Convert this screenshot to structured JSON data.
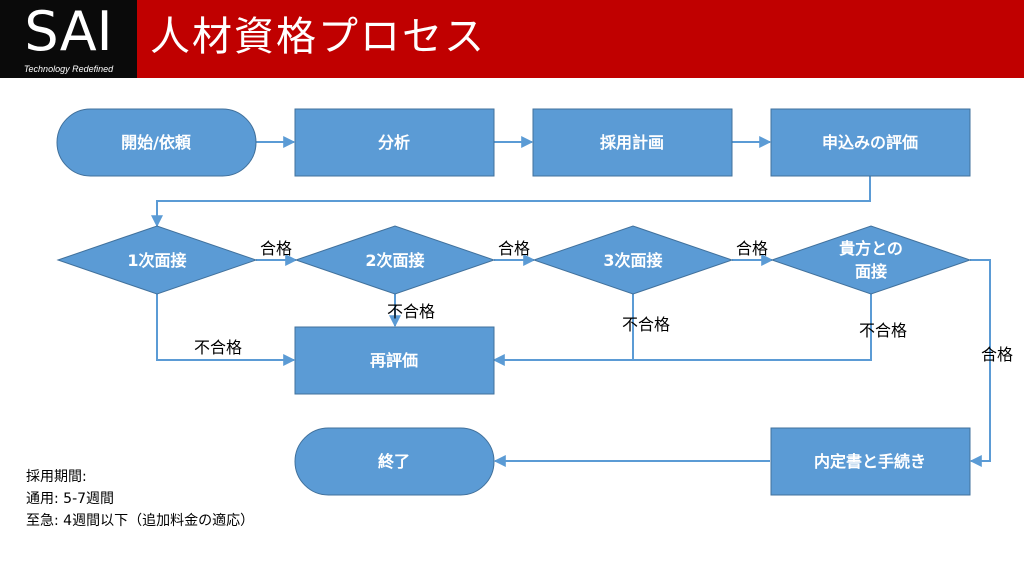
{
  "header": {
    "logo": "SAI",
    "tagline": "Technology Redefined",
    "title": "人材資格プロセス"
  },
  "colors": {
    "header_red": "#c00000",
    "logo_black": "#0a0a0a",
    "node_fill": "#5b9bd5",
    "node_stroke": "#41719c",
    "line": "#5b9bd5"
  },
  "nodes": {
    "start": "開始/依頼",
    "analysis": "分析",
    "plan": "採用計画",
    "application": "申込みの評価",
    "interview1": "1次面接",
    "interview2": "2次面接",
    "interview3": "3次面接",
    "interview_you_line1": "貴方との",
    "interview_you_line2": "面接",
    "reevaluate": "再評価",
    "end": "終了",
    "offer": "内定書と手続き"
  },
  "edge_labels": {
    "pass": "合格",
    "fail": "不合格"
  },
  "note": {
    "line1": "採用期間:",
    "line2": "通用: 5-7週間",
    "line3": "至急: 4週間以下（追加料金の適応）"
  }
}
